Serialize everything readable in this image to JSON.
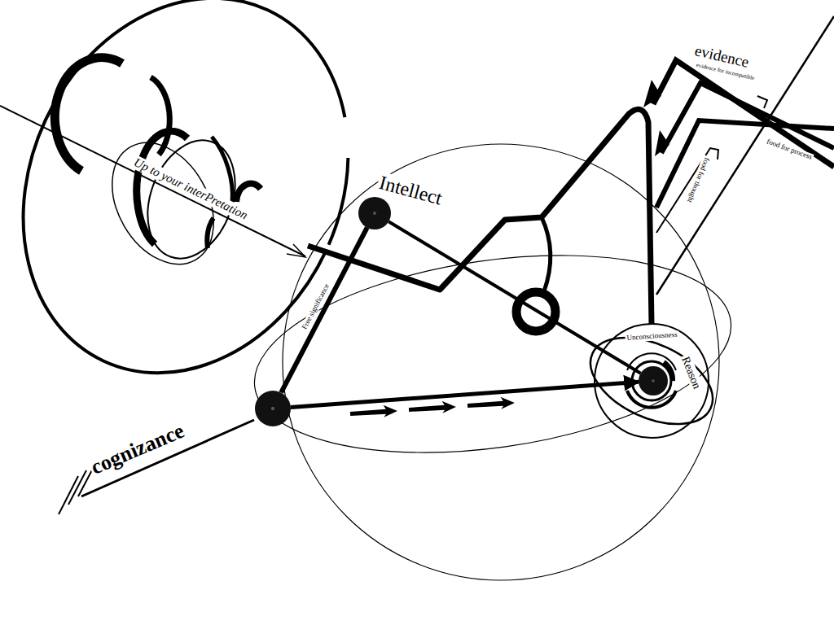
{
  "diagram": {
    "nodes": [
      {
        "text": [
          "Intellect"
        ]
      },
      {
        "text": [
          "cognizance"
        ]
      },
      {
        "text": [
          "Reason",
          "Unconsciousness"
        ]
      }
    ],
    "edges": [
      {
        "from": 1,
        "to": 0,
        "label": "Free significance",
        "arrow": "none"
      },
      {
        "from": 1,
        "to": 2,
        "arrow": "to"
      },
      {
        "from": 0,
        "to": 2,
        "arrow": "none"
      }
    ],
    "labels": [
      "Up to your interPretation",
      "evidence",
      "evidence for incompatible",
      "food for thought",
      "food for process"
    ]
  }
}
